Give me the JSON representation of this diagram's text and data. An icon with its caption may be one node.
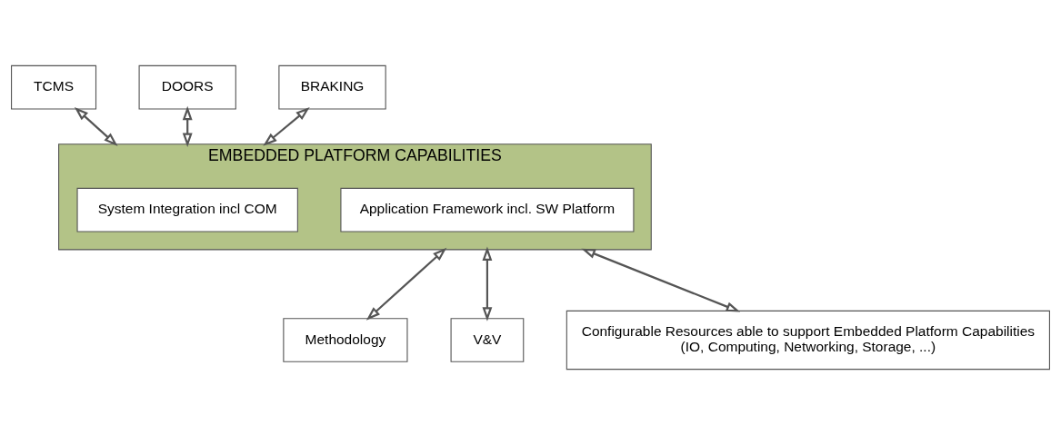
{
  "diagram": {
    "nodes": [
      {
        "text": [
          "TCMS"
        ]
      },
      {
        "text": [
          "DOORS"
        ]
      },
      {
        "text": [
          "BRAKING"
        ]
      },
      {
        "text": [
          "EMBEDDED PLATFORM CAPABILITIES"
        ]
      },
      {
        "text": [
          "System Integration incl COM"
        ],
        "in": 3
      },
      {
        "text": [
          "Application Framework incl. SW Platform"
        ],
        "in": 3
      },
      {
        "text": [
          "Methodology"
        ]
      },
      {
        "text": [
          "V&V"
        ]
      },
      {
        "text": [
          "Configurable Resources able to support Embedded Platform Capabilities",
          "(IO, Computing, Networking, Storage, ...)"
        ]
      }
    ],
    "edges": [
      {
        "from": 0,
        "to": 3,
        "arrow": "both"
      },
      {
        "from": 1,
        "to": 3,
        "arrow": "both"
      },
      {
        "from": 2,
        "to": 3,
        "arrow": "both"
      },
      {
        "from": 3,
        "to": 6,
        "arrow": "both"
      },
      {
        "from": 3,
        "to": 7,
        "arrow": "both"
      },
      {
        "from": 3,
        "to": 8,
        "arrow": "both"
      }
    ]
  }
}
